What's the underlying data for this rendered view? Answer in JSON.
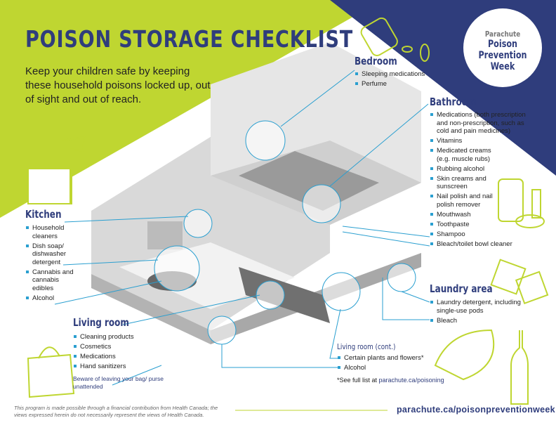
{
  "title": "POISON STORAGE CHECKLIST",
  "intro": "Keep your children safe by keeping these household poisons locked up, out of sight and out of reach.",
  "logo": {
    "brand": "Parachute",
    "line1": "Poison",
    "line2": "Prevention",
    "line3": "Week"
  },
  "colors": {
    "navy": "#2f3d7c",
    "lime": "#bfd631",
    "callout": "#2a9fd0"
  },
  "bedroom": {
    "heading": "Bedroom",
    "items": [
      "Sleeping medications",
      "Perfume"
    ]
  },
  "bathroom": {
    "heading": "Bathroom",
    "items": [
      "Medications (both prescription and non-prescription, such as cold and pain medicines)",
      "Vitamins",
      "Medicated creams (e.g. muscle rubs)",
      "Rubbing alcohol",
      "Skin creams and sunscreen",
      "Nail polish and nail polish remover",
      "Mouthwash",
      "Toothpaste",
      "Shampoo",
      "Bleach/toilet bowl cleaner"
    ]
  },
  "kitchen": {
    "heading": "Kitchen",
    "items": [
      "Household cleaners",
      "Dish soap/ dishwasher detergent",
      "Cannabis and cannabis edibles",
      "Alcohol"
    ]
  },
  "laundry": {
    "heading": "Laundry area",
    "items": [
      "Laundry detergent, including single-use pods",
      "Bleach"
    ]
  },
  "living_room": {
    "heading": "Living room",
    "items": [
      "Cleaning products",
      "Cosmetics",
      "Medications",
      "Hand sanitizers"
    ],
    "note": "Beware of leaving your bag/ purse unattended"
  },
  "living_room_cont": {
    "heading": "Living room (cont.)",
    "items": [
      "Certain plants and flowers*",
      "Alcohol"
    ]
  },
  "footnote": {
    "prefix": "*See full list at ",
    "link": "parachute.ca/poisoning"
  },
  "footer": {
    "disclaimer": "This program is made possible through a financial contribution from Health Canada; the views expressed herein do not necessarily represent the views of Health Canada.",
    "url": "parachute.ca/poisonpreventionweek"
  }
}
